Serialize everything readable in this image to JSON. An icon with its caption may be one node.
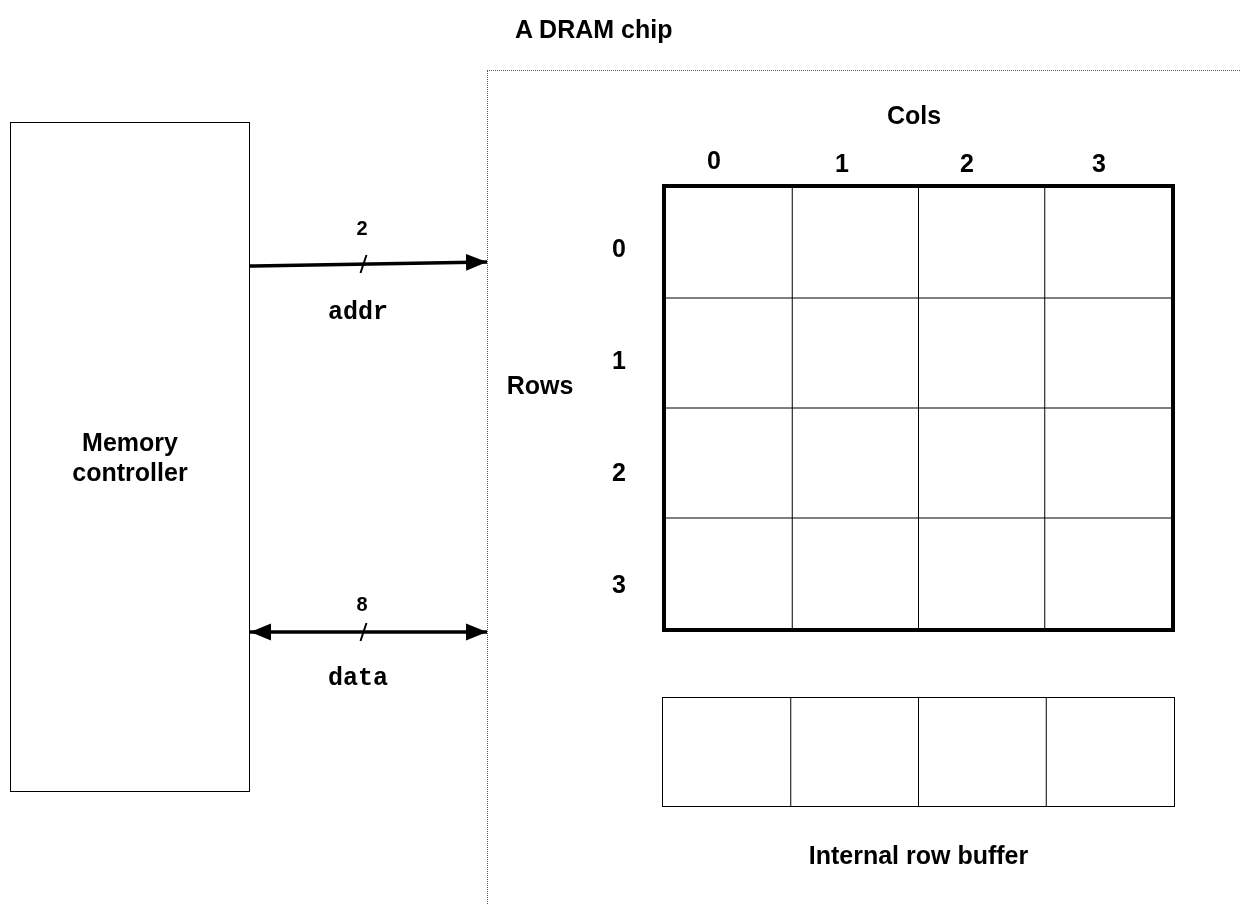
{
  "diagram": {
    "nodes": [
      {
        "text": [
          "Memory controller"
        ]
      },
      {
        "text": [
          "A DRAM chip"
        ]
      },
      {
        "text": [],
        "shape": "box",
        "in": 1
      },
      {
        "text": [],
        "shape": "box",
        "in": 1,
        "beside": [
          "Internal row buffer"
        ]
      }
    ],
    "edges": [
      {
        "from": 0,
        "to": 1,
        "arrow": "to",
        "label": "addr"
      },
      {
        "from": 0,
        "to": 1,
        "arrow": "both",
        "label": "data"
      }
    ],
    "labels": [
      "Cols",
      "0",
      "1",
      "2",
      "3",
      "Rows",
      "0",
      "1",
      "2",
      "3",
      "2",
      "8"
    ]
  }
}
